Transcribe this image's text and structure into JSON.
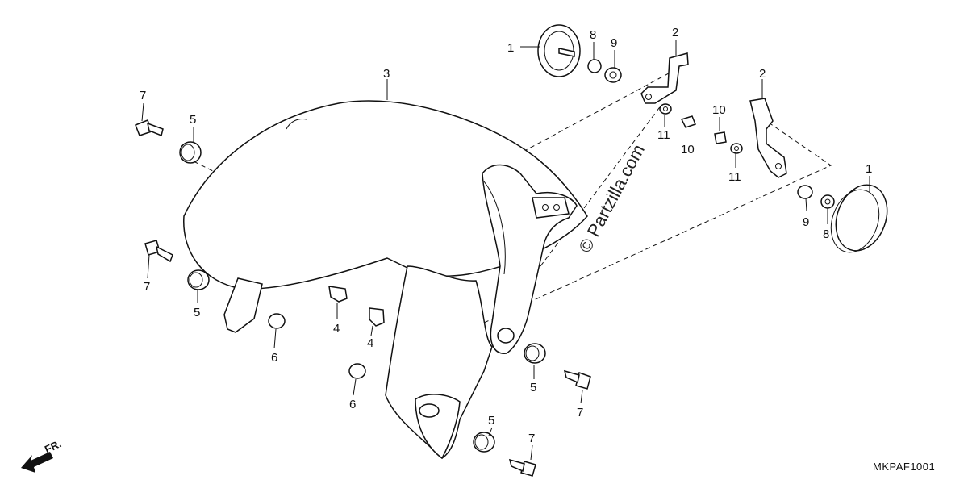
{
  "watermark": "© Partzilla.com",
  "diagram_code": "MKPAF1001",
  "front_indicator": "FR.",
  "callouts": {
    "c1a": "1",
    "c1b": "1",
    "c2a": "2",
    "c2b": "2",
    "c3": "3",
    "c4a": "4",
    "c4b": "4",
    "c5a": "5",
    "c5b": "5",
    "c5c": "5",
    "c5d": "5",
    "c6a": "6",
    "c6b": "6",
    "c7a": "7",
    "c7b": "7",
    "c7c": "7",
    "c7d": "7",
    "c8a": "8",
    "c8b": "8",
    "c9a": "9",
    "c9b": "9",
    "c10a": "10",
    "c10b": "10",
    "c11a": "11",
    "c11b": "11"
  }
}
